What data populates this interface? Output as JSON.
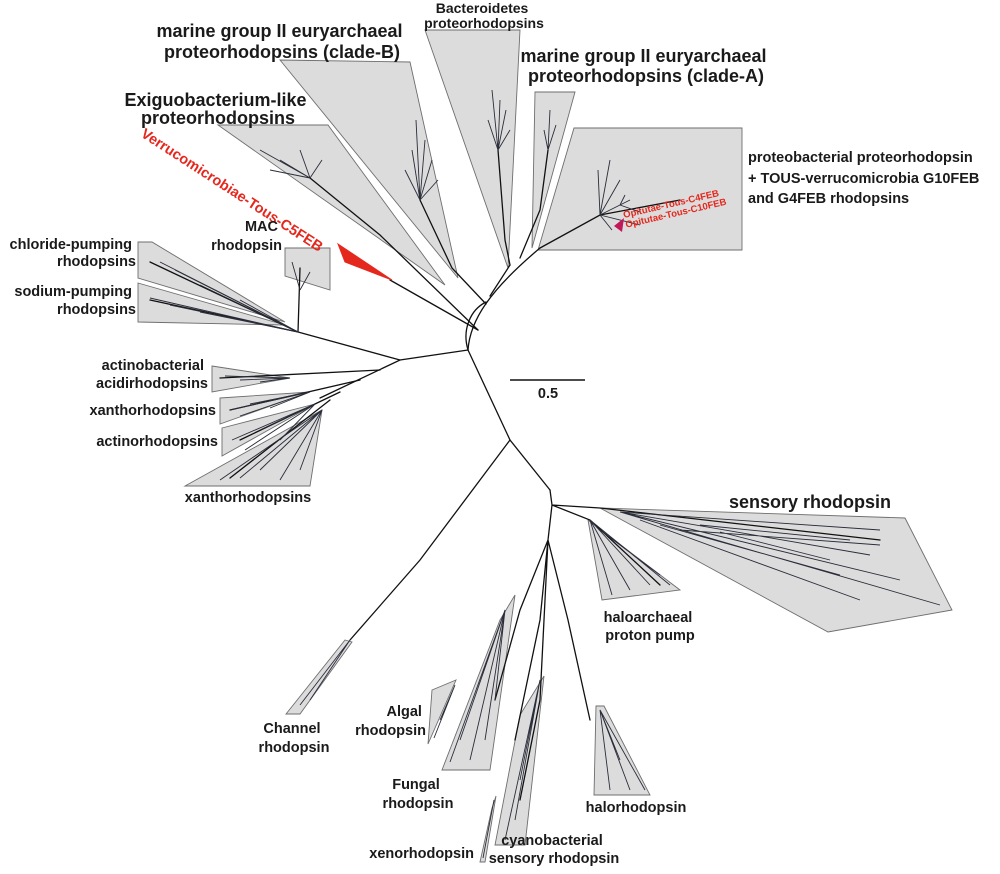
{
  "figure": {
    "scale_label": "0.5",
    "clades": [
      {
        "id": "mgII_b",
        "lines": [
          "marine group II euryarchaeal",
          "proteorhodopsins (clade-B)"
        ]
      },
      {
        "id": "bacteroidetes",
        "lines": [
          "Bacteroidetes",
          "proteorhodopsins"
        ]
      },
      {
        "id": "mgII_a",
        "lines": [
          "marine group II euryarchaeal",
          "proteorhodopsins (clade-A)"
        ]
      },
      {
        "id": "exiguo",
        "lines": [
          "Exiguobacterium-like",
          "proteorhodopsins"
        ]
      },
      {
        "id": "verruco",
        "lines": [
          "Verrucomicrobiae-Tous-C5FEB"
        ]
      },
      {
        "id": "proteobacterial",
        "lines": [
          "proteobacterial proteorhodopsin",
          "+ TOUS-verrucomicrobia G10FEB",
          "and G4FEB rhodopsins"
        ]
      },
      {
        "id": "opitutae",
        "lines": [
          "Opitutae-Tous-C4FEB",
          "Opitutae-Tous-C10FEB"
        ]
      },
      {
        "id": "chloride",
        "lines": [
          "chloride-pumping",
          "rhodopsins"
        ]
      },
      {
        "id": "mac",
        "lines": [
          "MAC",
          "rhodopsin"
        ]
      },
      {
        "id": "sodium",
        "lines": [
          "sodium-pumping",
          "rhodopsins"
        ]
      },
      {
        "id": "actino_acid",
        "lines": [
          "actinobacterial",
          "acidirhodopsins"
        ]
      },
      {
        "id": "xantho1",
        "lines": [
          "xanthorhodopsins"
        ]
      },
      {
        "id": "actino",
        "lines": [
          "actinorhodopsins"
        ]
      },
      {
        "id": "xantho2",
        "lines": [
          "xanthorhodopsins"
        ]
      },
      {
        "id": "sensory",
        "lines": [
          "sensory rhodopsin"
        ]
      },
      {
        "id": "haloarch",
        "lines": [
          "haloarchaeal",
          "proton pump"
        ]
      },
      {
        "id": "channel",
        "lines": [
          "Channel",
          "rhodopsin"
        ]
      },
      {
        "id": "algal",
        "lines": [
          "Algal",
          "rhodopsin"
        ]
      },
      {
        "id": "fungal",
        "lines": [
          "Fungal",
          "rhodopsin"
        ]
      },
      {
        "id": "halorhod",
        "lines": [
          "halorhodopsin"
        ]
      },
      {
        "id": "xenorhod",
        "lines": [
          "xenorhodopsin"
        ]
      },
      {
        "id": "cyano",
        "lines": [
          "cyanobacterial",
          "sensory rhodopsin"
        ]
      }
    ],
    "colors": {
      "highlight": "#e5281e",
      "opitutae_marker": "#c2185b",
      "clade_fill": "#dcdcdc",
      "clade_stroke": "#6e6e6e",
      "branch": "#111111"
    }
  }
}
